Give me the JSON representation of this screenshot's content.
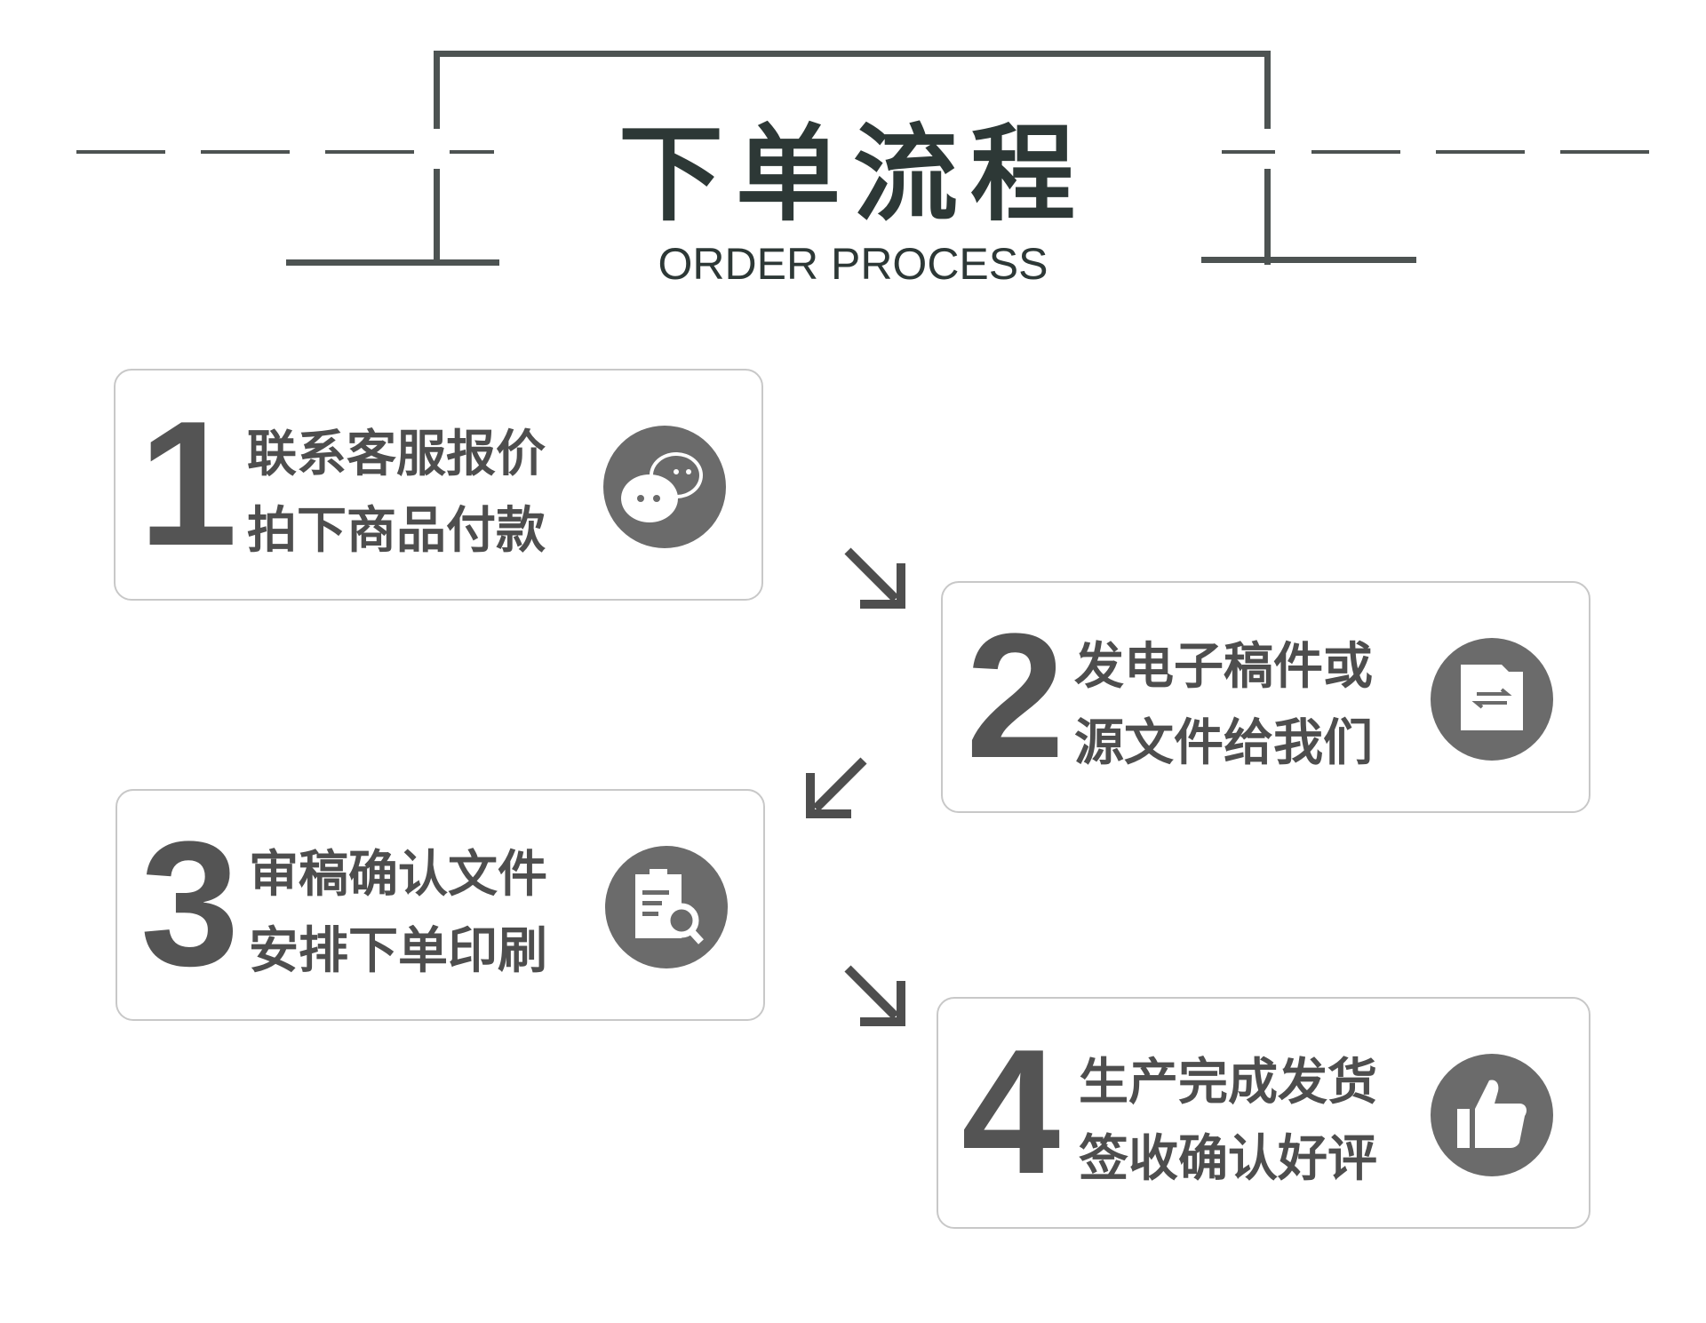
{
  "header": {
    "title": "下单流程",
    "subtitle": "ORDER PROCESS"
  },
  "steps": [
    {
      "number": "1",
      "line1": "联系客服报价",
      "line2": "拍下商品付款",
      "icon": "chat-bubbles-icon"
    },
    {
      "number": "2",
      "line1": "发电子稿件或",
      "line2": "源文件给我们",
      "icon": "file-transfer-icon"
    },
    {
      "number": "3",
      "line1": "审稿确认文件",
      "line2": "安排下单印刷",
      "icon": "document-search-icon"
    },
    {
      "number": "4",
      "line1": "生产完成发货",
      "line2": "签收确认好评",
      "icon": "thumbs-up-icon"
    }
  ],
  "colors": {
    "title": "#2d3836",
    "text": "#4e4e4e",
    "icon_bg": "#6b6b6b",
    "border": "#c8c8c8"
  }
}
